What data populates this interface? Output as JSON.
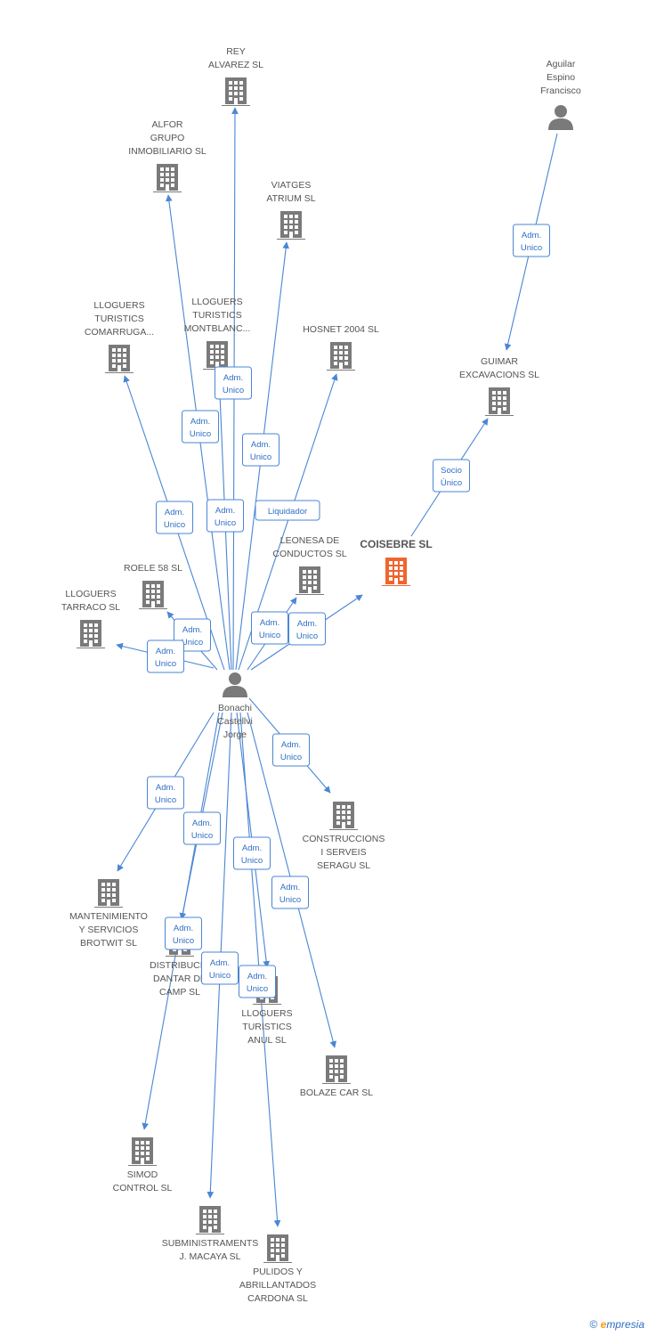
{
  "colors": {
    "edge": "#4a86d4",
    "building": "#7a7a7a",
    "focus": "#f0642f",
    "person": "#7a7a7a"
  },
  "nodes": [
    {
      "id": "bonachi",
      "kind": "person",
      "label": [
        "Bonachi",
        "Castellvi",
        "Jorge"
      ]
    },
    {
      "id": "aguilar",
      "kind": "person",
      "label": [
        "Aguilar",
        "Espino",
        "Francisco"
      ]
    },
    {
      "id": "coisebre",
      "kind": "focus",
      "label": [
        "COISEBRE SL"
      ]
    },
    {
      "id": "rey",
      "kind": "company",
      "label": [
        "REY",
        "ALVAREZ SL"
      ]
    },
    {
      "id": "alfor",
      "kind": "company",
      "label": [
        "ALFOR",
        "GRUPO",
        "INMOBILIARIO SL"
      ]
    },
    {
      "id": "viatges",
      "kind": "company",
      "label": [
        "VIATGES",
        "ATRIUM SL"
      ]
    },
    {
      "id": "comarruga",
      "kind": "company",
      "label": [
        "LLOGUERS",
        "TURISTICS",
        "COMARRUGA..."
      ]
    },
    {
      "id": "montblanc",
      "kind": "company",
      "label": [
        "LLOGUERS",
        "TURISTICS",
        "MONTBLANC..."
      ]
    },
    {
      "id": "hosnet",
      "kind": "company",
      "label": [
        "HOSNET 2004 SL"
      ]
    },
    {
      "id": "guimar",
      "kind": "company",
      "label": [
        "GUIMAR",
        "EXCAVACIONS SL"
      ]
    },
    {
      "id": "leonesa",
      "kind": "company",
      "label": [
        "LEONESA DE",
        "CONDUCTOS SL"
      ]
    },
    {
      "id": "roele",
      "kind": "company",
      "label": [
        "ROELE 58 SL"
      ]
    },
    {
      "id": "tarraco",
      "kind": "company",
      "label": [
        "LLOGUERS",
        "TARRACO SL"
      ]
    },
    {
      "id": "seragu",
      "kind": "company",
      "label": [
        "CONSTRUCCIONS",
        "I SERVEIS",
        "SERAGU SL"
      ]
    },
    {
      "id": "brotwit",
      "kind": "company",
      "label": [
        "MANTENIMIENTO",
        "Y SERVICIOS",
        "BROTWIT SL"
      ]
    },
    {
      "id": "dantar",
      "kind": "company",
      "label": [
        "DISTRIBUCIO",
        "DANTAR DE",
        "CAMP SL"
      ]
    },
    {
      "id": "anul",
      "kind": "company",
      "label": [
        "LLOGUERS",
        "TURISTICS",
        "ANUL SL"
      ]
    },
    {
      "id": "bolaze",
      "kind": "company",
      "label": [
        "BOLAZE CAR SL"
      ]
    },
    {
      "id": "simod",
      "kind": "company",
      "label": [
        "SIMOD",
        "CONTROL SL"
      ]
    },
    {
      "id": "macaya",
      "kind": "company",
      "label": [
        "SUBMINISTRAMENTS",
        "J. MACAYA SL"
      ]
    },
    {
      "id": "cardona",
      "kind": "company",
      "label": [
        "PULIDOS Y",
        "ABRILLANTADOS",
        "CARDONA SL"
      ]
    }
  ],
  "edges": [
    {
      "from": "bonachi",
      "to": "rey",
      "label": [
        "Adm.",
        "Unico"
      ]
    },
    {
      "from": "bonachi",
      "to": "alfor",
      "label": [
        "Adm.",
        "Unico"
      ]
    },
    {
      "from": "bonachi",
      "to": "viatges",
      "label": [
        "Adm.",
        "Unico"
      ]
    },
    {
      "from": "bonachi",
      "to": "comarruga",
      "label": [
        "Adm.",
        "Unico"
      ]
    },
    {
      "from": "bonachi",
      "to": "montblanc",
      "label": [
        "Adm.",
        "Unico"
      ]
    },
    {
      "from": "bonachi",
      "to": "hosnet",
      "label": [
        "Liquidador"
      ]
    },
    {
      "from": "bonachi",
      "to": "leonesa",
      "label": [
        "Adm.",
        "Unico"
      ]
    },
    {
      "from": "bonachi",
      "to": "coisebre",
      "label": [
        "Adm.",
        "Unico"
      ]
    },
    {
      "from": "bonachi",
      "to": "roele",
      "label": [
        "Adm.",
        "Unico"
      ]
    },
    {
      "from": "bonachi",
      "to": "tarraco",
      "label": [
        "Adm.",
        "Unico"
      ]
    },
    {
      "from": "bonachi",
      "to": "seragu",
      "label": [
        "Adm.",
        "Unico"
      ]
    },
    {
      "from": "bonachi",
      "to": "brotwit",
      "label": [
        "Adm.",
        "Unico"
      ]
    },
    {
      "from": "bonachi",
      "to": "dantar",
      "label": [
        "Adm.",
        "Unico"
      ]
    },
    {
      "from": "bonachi",
      "to": "anul",
      "label": [
        "Adm.",
        "Unico"
      ]
    },
    {
      "from": "bonachi",
      "to": "bolaze",
      "label": [
        "Adm.",
        "Unico"
      ]
    },
    {
      "from": "bonachi",
      "to": "simod",
      "label": [
        "Adm.",
        "Unico"
      ]
    },
    {
      "from": "bonachi",
      "to": "macaya",
      "label": [
        "Adm.",
        "Unico"
      ]
    },
    {
      "from": "bonachi",
      "to": "cardona",
      "label": [
        "Adm.",
        "Unico"
      ]
    },
    {
      "from": "aguilar",
      "to": "guimar",
      "label": [
        "Adm.",
        "Unico"
      ]
    },
    {
      "from": "coisebre",
      "to": "guimar",
      "label": [
        "Socio",
        "Único"
      ]
    }
  ],
  "footer": {
    "copyright": "©",
    "brand_initial": "e",
    "brand_rest": "mpresia"
  }
}
